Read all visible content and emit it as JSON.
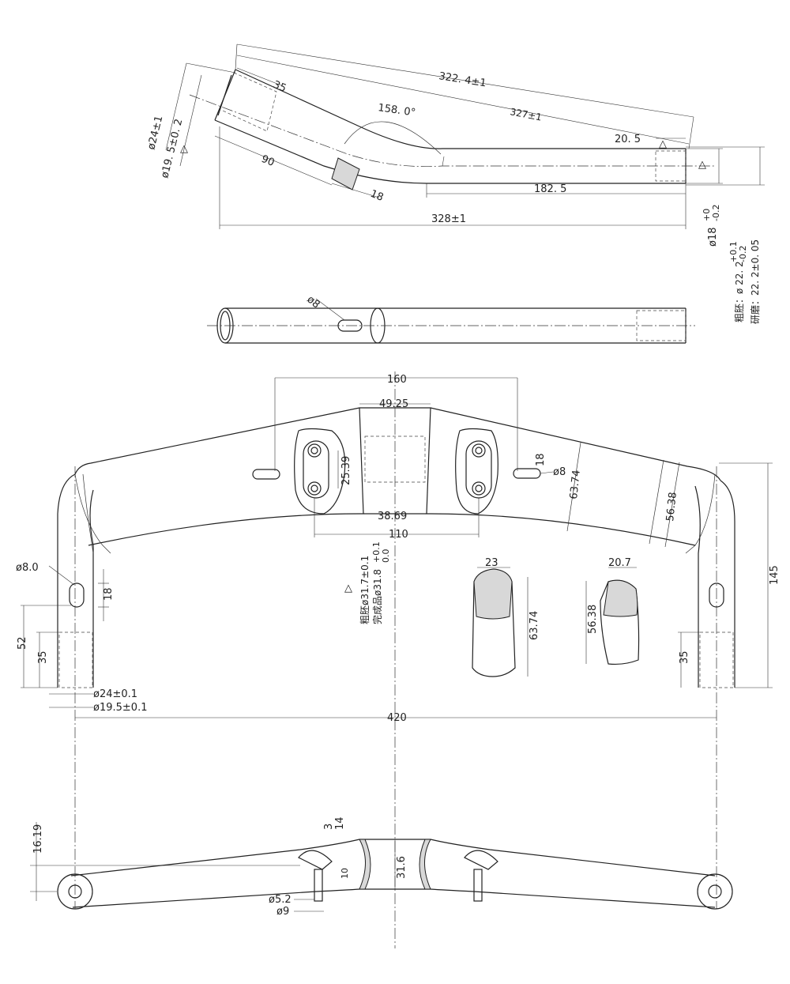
{
  "top_view": {
    "d_322": "322. 4±1",
    "d_327": "327±1",
    "d_35": "35",
    "d_angle": "158. 0°",
    "d_24": "ø24±1",
    "d_195": "ø19. 5±0. 2",
    "d_90": "90",
    "d_18": "18",
    "d_1825": "182. 5",
    "d_328": "328±1",
    "d_205": "20. 5",
    "d_18dia": "ø18",
    "d_18tol_up": "+0",
    "d_18tol_dn": "-0.2",
    "note_rough": "粗胚：ø 22. 2",
    "note_rough_up": "+0.1",
    "note_rough_dn": "-0.2",
    "note_ground": "研磨：22. 2±0. 05",
    "tri": "△"
  },
  "side_view": {
    "d_hole": "ø8"
  },
  "front_view": {
    "d_160": "160",
    "d_4925": "49.25",
    "d_2539": "25.39",
    "d_slot18": "18",
    "d_slot8": "ø8",
    "d_6374": "63.74",
    "d_5638": "56.38",
    "d_3869": "38.69",
    "d_110": "110",
    "d_145": "145",
    "d_ø80": "ø8.0",
    "d_18l": "18",
    "d_52": "52",
    "d_35l": "35",
    "d_35r": "35",
    "d_24b": "ø24±0.1",
    "d_195b": "ø19.5±0.1",
    "d_420": "420",
    "d_sec1_w": "23",
    "d_sec1_h": "63.74",
    "d_sec2_w": "20.7",
    "d_sec2_h": "56.38",
    "note_clamp1": "粗胚ø31.7±0.1",
    "note_clamp2": "完成品ø31.8",
    "note_clamp2_up": "+0.1",
    "note_clamp2_dn": "0.0",
    "tri": "△"
  },
  "bottom_view": {
    "d_1619": "16.19",
    "d_3": "3",
    "d_14": "14",
    "d_10": "10",
    "d_316": "31.6",
    "d_52": "ø5.2",
    "d_9": "ø9"
  }
}
